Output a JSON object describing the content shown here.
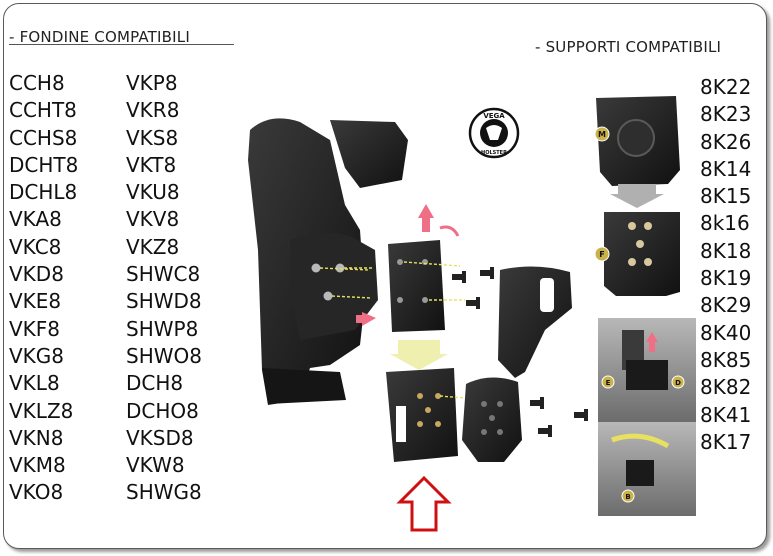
{
  "headers": {
    "holsters": "- FONDINE COMPATIBILI",
    "supports": "- SUPPORTI COMPATIBILI"
  },
  "holsters_col1": [
    "CCH8",
    "CCHT8",
    "CCHS8",
    "DCHT8",
    "DCHL8",
    "VKA8",
    "VKC8",
    "VKD8",
    "VKE8",
    "VKF8",
    "VKG8",
    "VKL8",
    "VKLZ8",
    "VKN8",
    "VKM8",
    "VKO8"
  ],
  "holsters_col2": [
    "VKP8",
    "VKR8",
    "VKS8",
    "VKT8",
    "VKU8",
    "VKV8",
    "VKZ8",
    "SHWC8",
    "SHWD8",
    "SHWP8",
    "SHWO8",
    "DCH8",
    "DCHO8",
    "VKSD8",
    "VKW8",
    "SHWG8"
  ],
  "supports_col": [
    "8K22",
    "8K23",
    "8K26",
    "8K14",
    "8K15",
    "8k16",
    "8K18",
    "8K19",
    "8K29",
    "8K40",
    "8K85",
    "8K82",
    "8K41",
    "8K17"
  ],
  "logo": {
    "top": "VEGA",
    "bottom": "HOLSTER"
  },
  "callouts": {
    "m": "M",
    "f": "F",
    "e": "E",
    "d": "D",
    "b": "B"
  },
  "colors": {
    "accent_pink": "#ef6f86",
    "arrow_red": "#d01010",
    "marker_yellow": "#e8e060",
    "holster_black": "#1c1c1c"
  }
}
